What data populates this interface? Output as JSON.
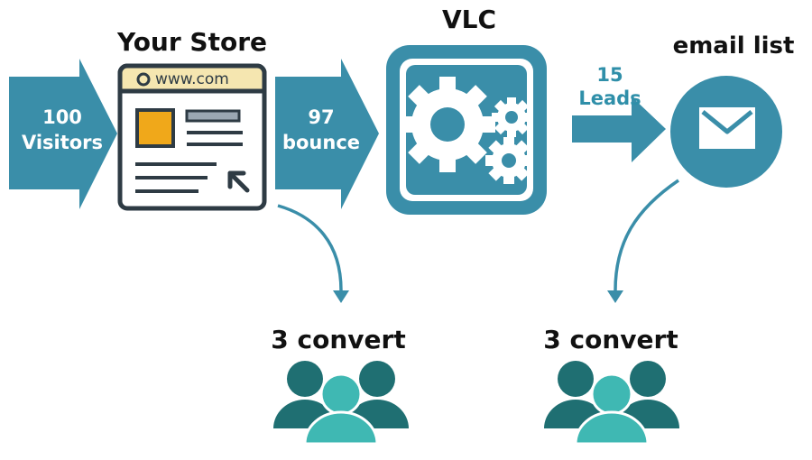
{
  "diagram": {
    "visitors_arrow": {
      "line1": "100",
      "line2": "Visitors"
    },
    "store": {
      "title": "Your Store",
      "url": "www.com"
    },
    "bounce_arrow": {
      "line1": "97",
      "line2": "bounce"
    },
    "vlc": {
      "title": "VLC"
    },
    "leads_arrow": {
      "line1": "15",
      "line2": "Leads"
    },
    "email": {
      "title": "email list"
    },
    "convert_left": {
      "label": "3 convert"
    },
    "convert_right": {
      "label": "3 convert"
    }
  },
  "colors": {
    "teal": "#3a8ea9",
    "dark_teal": "#1f6f72",
    "light_teal": "#3fb8b3",
    "gold": "#f0a81a",
    "window_header": "#f5e6b0",
    "window_lines": "#3c4a55"
  },
  "icons": [
    "gear-icon",
    "envelope-icon",
    "browser-window-icon",
    "cursor-arrow-icon",
    "users-group-icon"
  ]
}
